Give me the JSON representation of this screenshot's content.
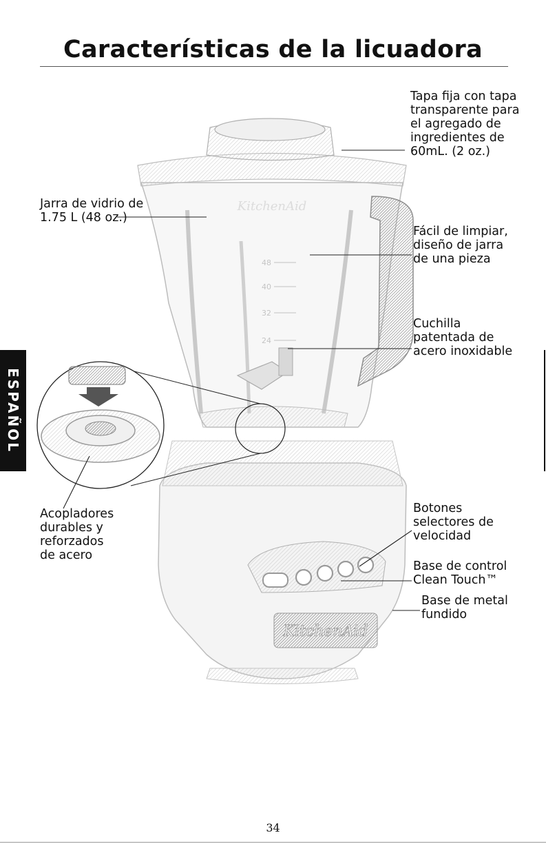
{
  "header": {
    "title": "Características de la licuadora"
  },
  "side_tab": {
    "label": "ESPAÑOL"
  },
  "labels": {
    "lid": [
      "Tapa fija con tapa",
      "transparente para",
      "el agregado de",
      "ingredientes de",
      "60mL. (2 oz.)"
    ],
    "jar": [
      "Jarra de vidrio de",
      "1.75 L (48 oz.)"
    ],
    "clean": [
      "Fácil de limpiar,",
      "diseño de jarra",
      "de una pieza"
    ],
    "blade": [
      "Cuchilla",
      "patentada de",
      "acero inoxidable"
    ],
    "couplers": [
      "Acopladores",
      "durables y",
      "reforzados",
      "de acero"
    ],
    "buttons": [
      "Botones",
      "selectores de",
      "velocidad"
    ],
    "control": [
      "Base de control",
      "Clean Touch™"
    ],
    "metal": [
      "Base de metal",
      "fundido"
    ]
  },
  "product": {
    "logo_jar": "KitchenAid",
    "logo_base": "KitchenAid",
    "jar_marks": [
      "48",
      "40",
      "32",
      "24"
    ],
    "colors": {
      "outline": "#b9b9b9",
      "shade": "#d6d6d6",
      "dark": "#8f8f8f",
      "handle": "#9a9a9a"
    }
  },
  "footer": {
    "page": "34"
  }
}
